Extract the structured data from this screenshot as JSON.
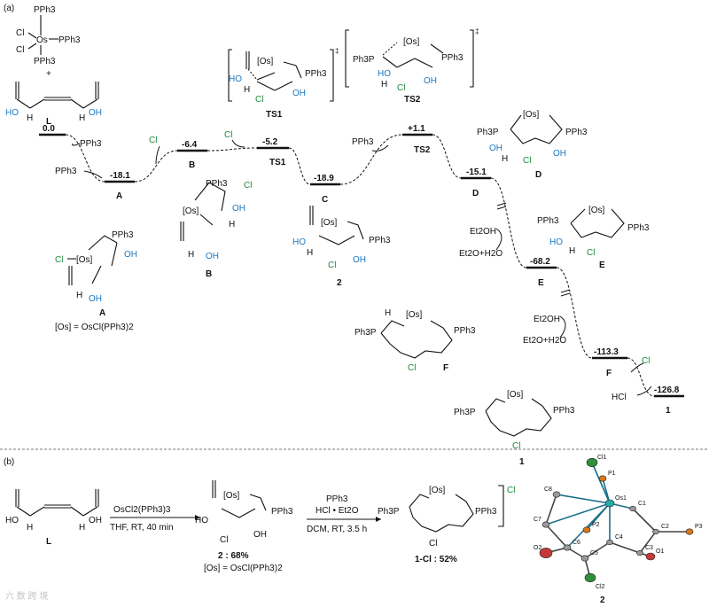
{
  "panel_a_label": "(a)",
  "panel_b_label": "(b)",
  "reagent_top": {
    "os_complex": {
      "ligand_top": "PPh3",
      "ligand_right": "PPh3",
      "ligand_bottom": "PPh3",
      "cl_1": "Cl",
      "cl_2": "Cl",
      "metal": "Os"
    },
    "plus": "+",
    "ligand_label": "L",
    "ligand_ho_left": "HO",
    "ligand_oh_right": "OH",
    "ligand_h_left": "H",
    "ligand_h_right": "H"
  },
  "energy_levels": [
    {
      "id": "start",
      "energy": "0.0",
      "label": ""
    },
    {
      "id": "A",
      "energy": "-18.1",
      "label": "A"
    },
    {
      "id": "B",
      "energy": "-6.4",
      "label": "B"
    },
    {
      "id": "TS1",
      "energy": "-5.2",
      "label": "TS1"
    },
    {
      "id": "C",
      "energy": "-18.9",
      "label": "C"
    },
    {
      "id": "TS2",
      "energy": "+1.1",
      "label": "TS2"
    },
    {
      "id": "D",
      "energy": "-15.1",
      "label": "D"
    },
    {
      "id": "E",
      "energy": "-68.2",
      "label": "E"
    },
    {
      "id": "F",
      "energy": "-113.3",
      "label": "F"
    },
    {
      "id": "1",
      "energy": "-126.8",
      "label": "1"
    }
  ],
  "side_labels": {
    "pph3_out": "PPh3",
    "pph3_in": "PPh3",
    "cl_in_1": "Cl",
    "cl_in_2": "Cl",
    "pph3_ts2": "PPh3",
    "et2oh_1": "Et2OH",
    "et2o_h2o_1": "Et2O+H2O",
    "et2oh_2": "Et2OH",
    "et2o_h2o_2": "Et2O+H2O",
    "cl_out": "Cl",
    "hcl": "HCl"
  },
  "structures": {
    "TS1": {
      "label": "TS1",
      "os": "[Os]",
      "ho": "HO",
      "h": "H",
      "cl": "Cl",
      "oh": "OH",
      "pph3": "PPh3"
    },
    "TS2": {
      "label": "TS2",
      "os": "[Os]",
      "pph3_left": "Ph3P",
      "pph3_right": "PPh3",
      "ho": "HO",
      "h": "H",
      "cl": "Cl",
      "oh": "OH"
    },
    "A": {
      "label": "A",
      "os": "[Os]",
      "cl": "Cl",
      "pph3": "PPh3",
      "oh_top": "OH",
      "h": "H",
      "oh_bottom": "OH",
      "os_def": "[Os] = OsCl(PPh3)2"
    },
    "B": {
      "label": "B",
      "os": "[Os]",
      "pph3": "PPh3",
      "cl": "Cl",
      "oh_top": "OH",
      "h_top": "H",
      "h": "H",
      "oh": "OH"
    },
    "C": {
      "label": "2",
      "os": "[Os]",
      "ho": "HO",
      "h": "H",
      "cl": "Cl",
      "oh": "OH",
      "pph3": "PPh3"
    },
    "D": {
      "label": "D",
      "os": "[Os]",
      "pph3_left": "Ph3P",
      "pph3_right": "PPh3",
      "oh": "OH",
      "h": "H",
      "cl": "Cl",
      "oh2": "OH"
    },
    "E": {
      "label": "E",
      "os": "[Os]",
      "pph3_left": "PPh3",
      "pph3_right": "PPh3",
      "ho": "HO",
      "h": "H",
      "cl": "Cl"
    },
    "F": {
      "label": "F",
      "os": "[Os]",
      "h": "H",
      "pph3_left": "Ph3P",
      "pph3_right": "PPh3",
      "cl": "Cl"
    },
    "P1": {
      "label": "1",
      "os": "[Os]",
      "pph3_left": "Ph3P",
      "pph3_right": "PPh3",
      "cl": "Cl"
    }
  },
  "panel_b": {
    "L": {
      "label": "L",
      "ho": "HO",
      "oh": "OH",
      "h_left": "H",
      "h_right": "H"
    },
    "step1": {
      "reagent": "OsCl2(PPh3)3",
      "conditions": "THF, RT, 40 min"
    },
    "product2": {
      "os": "[Os]",
      "ho": "HO",
      "cl": "Cl",
      "oh": "OH",
      "pph3": "PPh3",
      "yield": "2 : 68%",
      "os_def": "[Os] = OsCl(PPh3)2"
    },
    "step2": {
      "reagent": "PPh3",
      "line2": "HCl • Et2O",
      "conditions": "DCM, RT, 3.5 h"
    },
    "product1": {
      "os": "[Os]",
      "pph3_left": "Ph3P",
      "pph3_right": "PPh3",
      "cl": "Cl",
      "counter": "Cl",
      "yield": "1-Cl : 52%"
    },
    "xray": {
      "label": "2",
      "atoms": {
        "Cl1": "Cl1",
        "P1": "P1",
        "C8": "C8",
        "Os1": "Os1",
        "C1": "C1",
        "C2": "C2",
        "P3": "P3",
        "C7": "C7",
        "P2": "P2",
        "C4": "C4",
        "C3": "C3",
        "O1": "O1",
        "O2": "O2",
        "C6": "C6",
        "C5": "C5",
        "Cl2": "Cl2"
      }
    }
  },
  "watermark": "六 数 跨 境",
  "colors": {
    "blue_oh": "#1a78c2",
    "green_cl": "#1c8a3c",
    "ring_red": "#8b2a2a",
    "os_teal": "#2aa8a8",
    "p_orange": "#d9781a",
    "cl_green": "#2f8f3a",
    "o_red": "#c43a3a"
  }
}
